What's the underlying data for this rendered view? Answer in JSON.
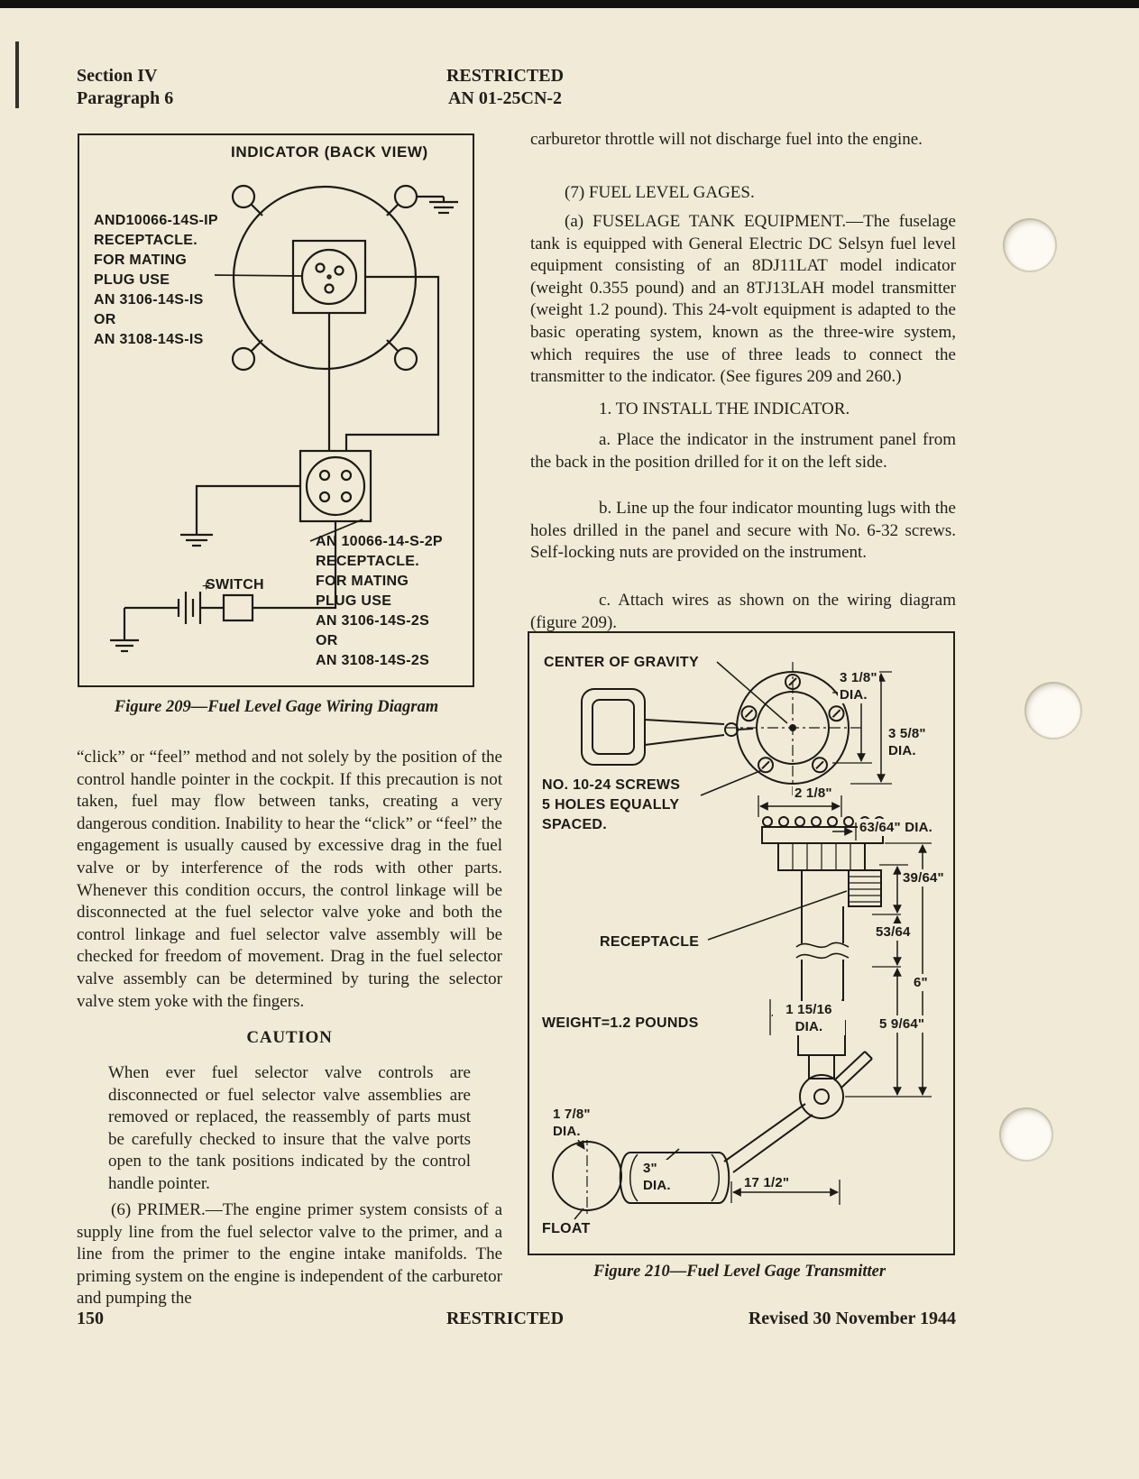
{
  "header": {
    "section": "Section IV",
    "paragraph": "Paragraph 6",
    "restricted": "RESTRICTED",
    "doc_number": "AN 01-25CN-2"
  },
  "footer": {
    "page_number": "150",
    "restricted": "RESTRICTED",
    "revision": "Revised 30 November 1944"
  },
  "left_column": {
    "para_click": "“click” or “feel” method and not solely by the position of the control handle pointer in the cockpit. If this precaution is not taken, fuel may flow between tanks, creating a very dangerous condition. Inability to hear the “click” or “feel” the engagement is usually caused by excessive drag in the fuel valve or by interference of the rods with other parts. Whenever this condition occurs, the control linkage will be disconnected at the fuel selector valve yoke and both the control linkage and fuel selector valve assembly will be checked for freedom of movement.  Drag in the fuel selector valve assembly can be determined by turing the selector valve stem yoke with the fingers.",
    "caution_heading": "CAUTION",
    "caution_body": "When ever fuel selector valve controls are disconnected or fuel selector valve assemblies are removed or replaced, the reassembly  of parts must be carefully checked to insure that the valve ports open to the tank positions indicated by the control handle pointer.",
    "para_primer": "(6) PRIMER.—The engine primer system consists of a supply line from the fuel selector valve to the primer, and a line from the primer to the engine intake manifolds. The priming system on the engine is independent of the carburetor and pumping the"
  },
  "right_column": {
    "para_carburetor": "carburetor throttle will not discharge fuel into the engine.",
    "heading_fuel_level": "(7) FUEL LEVEL GAGES.",
    "para_fuselage": "(a) FUSELAGE TANK EQUIPMENT.—The fuselage tank is equipped with General Electric DC Selsyn fuel level equipment consisting of an 8DJ11LAT model indicator (weight 0.355 pound) and an 8TJ13LAH model transmitter (weight 1.2 pound). This 24-volt equipment is adapted to the basic operating system, known as the three-wire system, which requires the use of three leads to connect the transmitter to the indicator. (See figures 209 and 260.)",
    "heading_install": "1. TO INSTALL THE INDICATOR.",
    "step_a": "a. Place the indicator in the instrument panel from the back in the position drilled for it on the left side.",
    "step_b": "b. Line up the four indicator mounting lugs with the holes drilled in the panel and secure with No. 6-32 screws. Self-locking nuts are provided on the instrument.",
    "step_c": "c. Attach wires as shown on the wiring diagram (figure 209)."
  },
  "figure209": {
    "title": "INDICATOR  (BACK VIEW)",
    "upper_label": "AND10066-14S-IP\nRECEPTACLE.\nFOR MATING\nPLUG USE\nAN 3106-14S-IS\nOR\nAN 3108-14S-IS",
    "lower_label": "AN 10066-14-S-2P\nRECEPTACLE.\nFOR MATING\nPLUG USE\nAN 3106-14S-2S\nOR\nAN 3108-14S-2S",
    "switch_label": "SWITCH",
    "battery_plus": "+",
    "caption": "Figure 209—Fuel Level Gage Wiring Diagram"
  },
  "figure210": {
    "caption": "Figure 210—Fuel Level Gage Transmitter",
    "labels": {
      "center_of_gravity": "CENTER OF GRAVITY",
      "screws": "NO. 10-24 SCREWS\n5 HOLES EQUALLY\nSPACED.",
      "receptacle": "RECEPTACLE",
      "weight": "WEIGHT=1.2 POUNDS",
      "float": "FLOAT"
    },
    "dims": {
      "d3_18": "3 1/8\"\nDIA.",
      "d3_58": "3 5/8\"\nDIA.",
      "d2_18": "2 1/8\"",
      "d63_64": "63/64\" DIA.",
      "d39_64": "39/64\"",
      "d53_64": "53/64",
      "d6": "6\"",
      "d1_15_16": "1 15/16\nDIA.",
      "d5_9_64": "5 9/64\"",
      "d1_78": "1 7/8\"\nDIA.",
      "d3": "3\"\nDIA.",
      "d17_12": "17 1/2\""
    }
  }
}
